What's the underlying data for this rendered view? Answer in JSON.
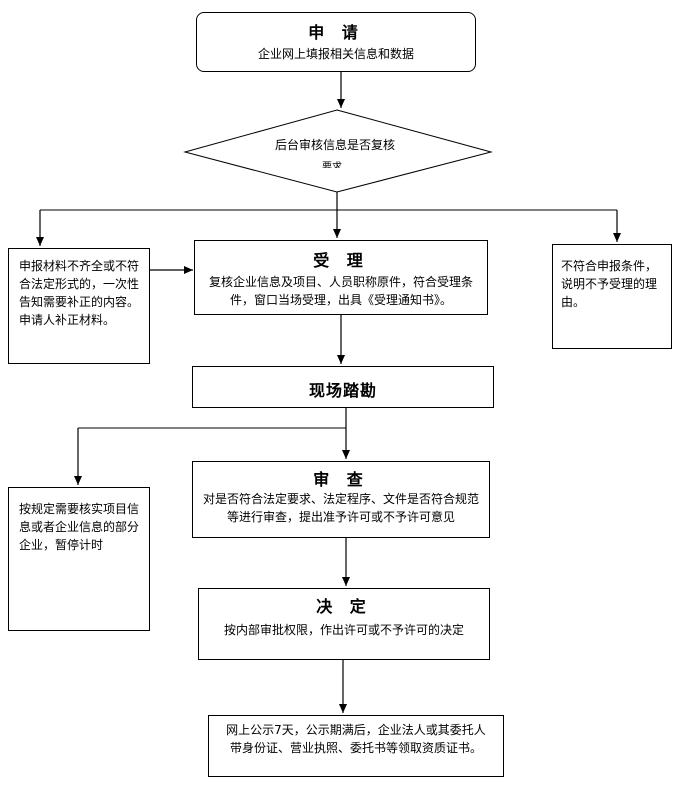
{
  "steps": {
    "apply": {
      "title": "申 请",
      "desc": "企业网上填报相关信息和数据"
    },
    "check": {
      "text_line1": "后台审核信息是否复核",
      "text_line2": "要求"
    },
    "accept": {
      "title": "受 理",
      "desc": "复核企业信息及项目、人员职称原件，符合受理条件，窗口当场受理，出具《受理通知书》。"
    },
    "incomplete": {
      "desc": "申报材料不齐全或不符合法定形式的，一次性告知需要补正的内容。申请人补正材料。"
    },
    "reject": {
      "desc": "不符合申报条件，说明不予受理的理由。"
    },
    "survey": {
      "title": "现场踏勘"
    },
    "pause": {
      "desc": "按规定需要核实项目信息或者企业信息的部分企业，暂停计时"
    },
    "review": {
      "title": "审 查",
      "desc": "对是否符合法定要求、法定程序、文件是否符合规范等进行审查，提出准予许可或不予许可意见"
    },
    "decide": {
      "title": "决 定",
      "desc": "按内部审批权限，作出许可或不予许可的决定"
    },
    "publish": {
      "desc": "网上公示7天，公示期满后，企业法人或其委托人带身份证、营业执照、委托书等领取资质证书。"
    }
  }
}
